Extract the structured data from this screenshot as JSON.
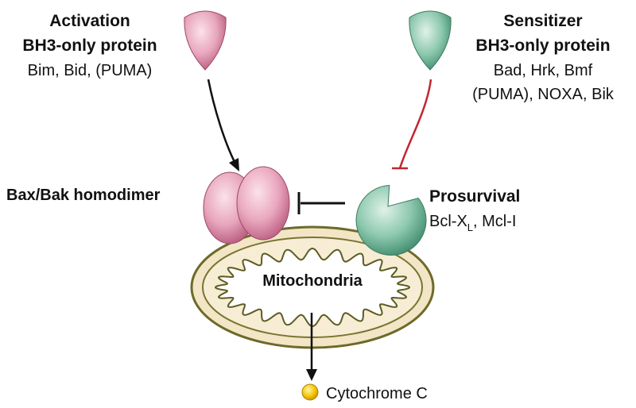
{
  "activation": {
    "title": "Activation",
    "subtitle": "BH3-only protein",
    "members": "Bim, Bid, (PUMA)"
  },
  "sensitizer": {
    "title": "Sensitizer",
    "subtitle": "BH3-only protein",
    "members_line1": "Bad, Hrk, Bmf",
    "members_line2": "(PUMA), NOXA, Bik"
  },
  "bax": {
    "label": "Bax/Bak homodimer"
  },
  "prosurvival": {
    "title": "Prosurvival",
    "members_prefix": "Bcl-X",
    "members_subscript": "L",
    "members_suffix": ", Mcl-I"
  },
  "mitochondria": {
    "label": "Mitochondria"
  },
  "cytochrome": {
    "label": "Cytochrome C"
  },
  "colors": {
    "activation_fill": "#e8a6bd",
    "sensitizer_fill": "#8cc8ae",
    "inhibit_red": "#c0282f",
    "mito_outer": "#f2e6c6",
    "mito_border": "#6d6a2a",
    "cytochrome": "#f5c400"
  }
}
